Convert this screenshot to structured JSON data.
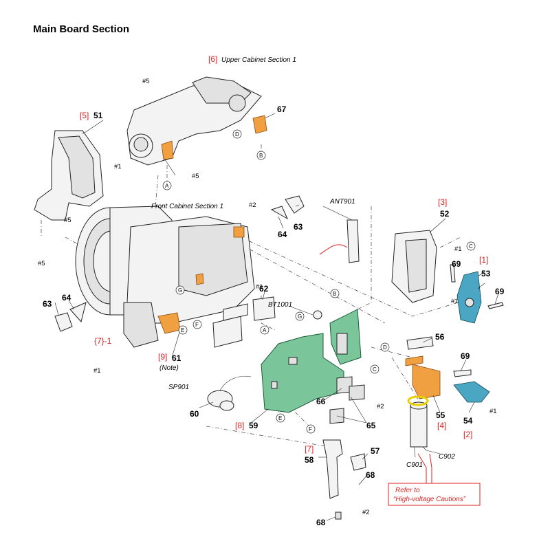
{
  "title": "Main Board Section",
  "section_refs": {
    "upper_cabinet": {
      "ref": "[6]",
      "label": "Upper Cabinet Section 1"
    },
    "front_cabinet": {
      "label": "Front Cabinet Section 1"
    },
    "r5": "[5]",
    "r3": "[3]",
    "r1": "[1]",
    "r7_1": "{7}-1",
    "r9": "[9]",
    "r9_note": "(Note)",
    "r8": "[8]",
    "r4": "[4]",
    "r2": "[2]",
    "r7": "[7]"
  },
  "parts": {
    "p51": "51",
    "p67": "67",
    "p63a": "63",
    "p64a": "64",
    "p52": "52",
    "p53": "53",
    "p69a": "69",
    "p69b": "69",
    "p63b": "63",
    "p64b": "64",
    "p62": "62",
    "p61": "61",
    "p56": "56",
    "p69c": "69",
    "p60": "60",
    "p59": "59",
    "p66": "66",
    "p65": "65",
    "p55": "55",
    "p54": "54",
    "p58": "58",
    "p57": "57",
    "p68a": "68",
    "p68b": "68"
  },
  "components": {
    "ant": "ANT901",
    "bt": "BT1001",
    "sp": "SP901",
    "c901": "C901",
    "c902": "C902"
  },
  "screws": {
    "s5a": "#5",
    "s1a": "#1",
    "s5b": "#5",
    "s5c": "#5",
    "s5d": "#5",
    "s2a": "#2",
    "s1b": "#1",
    "s1c": "#1",
    "s1d": "#1",
    "s1e": "#1",
    "s2b": "#2",
    "s1f": "#1",
    "s2c": "#2"
  },
  "connectors": {
    "a": "A",
    "b": "B",
    "c": "C",
    "d": "D",
    "e": "E",
    "f": "F",
    "g": "G"
  },
  "note": {
    "line1": "Refer to",
    "line2": "“High-voltage Cautions”"
  },
  "colors": {
    "board": "#7bc59a",
    "flex": "#f0a040",
    "blue_part": "#4aa6c3",
    "ref_red": "#d22222"
  }
}
